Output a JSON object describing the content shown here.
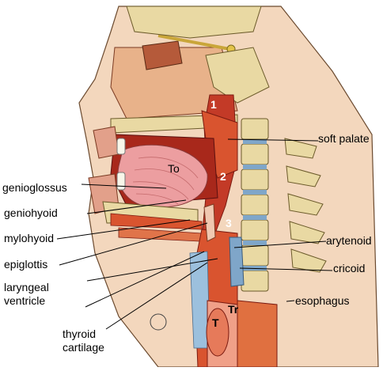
{
  "labels": {
    "soft_palate": "soft palate",
    "genioglossus": "genioglossus",
    "geniohyoid": "geniohyoid",
    "mylohyoid": "mylohyoid",
    "arytenoid": "arytenoid",
    "epiglottis": "epiglottis",
    "cricoid": "cricoid",
    "laryngeal_ventricle_1": "laryngeal",
    "laryngeal_ventricle_2": "ventricle",
    "esophagus": "esophagus",
    "thyroid_cartilage_1": "thyroid",
    "thyroid_cartilage_2": "cartilage"
  },
  "markers": {
    "m1": "1",
    "m2": "2",
    "m3": "3",
    "tongue": "To",
    "thyroid": "T",
    "trachea": "Tr"
  },
  "colors": {
    "background": "#ffffff",
    "skin": "#f3d7bd",
    "muscle": "#d9542f",
    "muscle_dark": "#a8281b",
    "bone": "#e9d9a3",
    "cartilage_blue": "#7fa6c9",
    "airway": "#c33a27",
    "tongue": "#ec9ea0"
  }
}
